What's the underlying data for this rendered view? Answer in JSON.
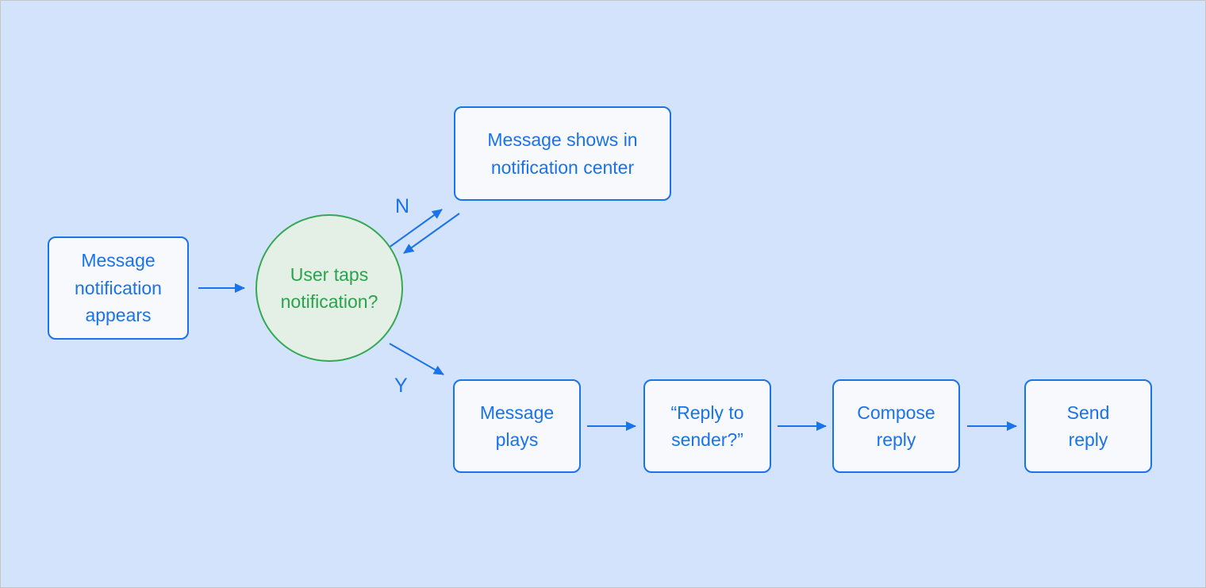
{
  "canvas": {
    "background_color": "#d3e3fb",
    "frame_border_color": "#c5c5c5"
  },
  "palette": {
    "process_border": "#1a73e8",
    "process_fill": "#f7f9fc",
    "process_text": "#1a73e8",
    "decision_border": "#34a853",
    "decision_fill": "#e4f0e6",
    "decision_text": "#2ba24c",
    "arrow_color": "#1a73e8"
  },
  "nodes": {
    "start": {
      "label": "Message\nnotification\nappears"
    },
    "decision": {
      "label": "User taps\nnotification?"
    },
    "notification_center": {
      "label": "Message shows in\nnotification center"
    },
    "message_plays": {
      "label": "Message\nplays"
    },
    "reply_to_sender": {
      "label": "“Reply to\nsender?”"
    },
    "compose_reply": {
      "label": "Compose\nreply"
    },
    "send_reply": {
      "label": "Send\nreply"
    }
  },
  "edge_labels": {
    "no": "N",
    "yes": "Y"
  }
}
